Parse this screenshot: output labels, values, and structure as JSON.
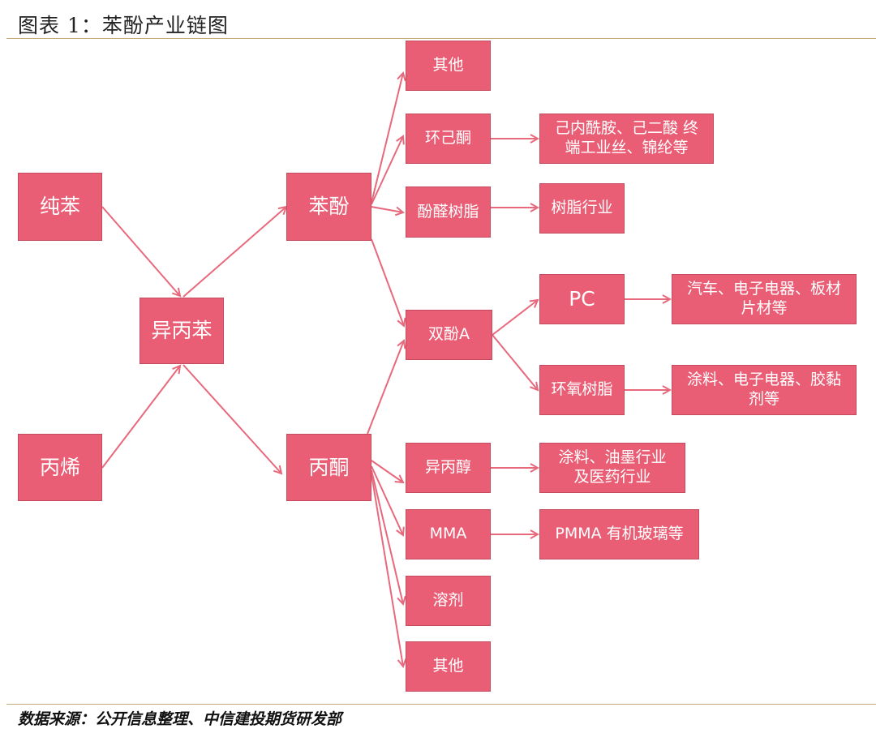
{
  "title": "图表 1：苯酚产业链图",
  "source": "数据来源：公开信息整理、中信建投期货研发部",
  "nodes": {
    "pure_benzene": [
      "纯苯"
    ],
    "propylene": [
      "丙烯"
    ],
    "cumene": [
      "异丙苯"
    ],
    "phenol": [
      "苯酚"
    ],
    "acetone": [
      "丙酮"
    ],
    "other_top": [
      "其他"
    ],
    "cyclohexanone": [
      "环己酮"
    ],
    "phenolic_resin": [
      "酚醛树脂"
    ],
    "bpa": [
      "双酚A"
    ],
    "isopropanol": [
      "异丙醇"
    ],
    "mma": [
      "MMA"
    ],
    "solvent": [
      "溶剂"
    ],
    "other_bottom": [
      "其他"
    ],
    "caprolactam": [
      "己内酰胺、己二酸 终",
      "端工业丝、锦纶等"
    ],
    "resin_industry": [
      "树脂行业"
    ],
    "pc": [
      "PC"
    ],
    "epoxy": [
      "环氧树脂"
    ],
    "pc_use": [
      "汽车、电子电器、板材",
      "片材等"
    ],
    "epoxy_use": [
      "涂料、电子电器、胶黏",
      "剂等"
    ],
    "ipa_use": [
      "涂料、油墨行业",
      "及医药行业"
    ],
    "mma_use": [
      "PMMA 有机玻璃等"
    ]
  },
  "colors": {
    "box_fill": "#EA5E75",
    "box_border": "#C44A5E",
    "arrow": "#E8687C"
  }
}
